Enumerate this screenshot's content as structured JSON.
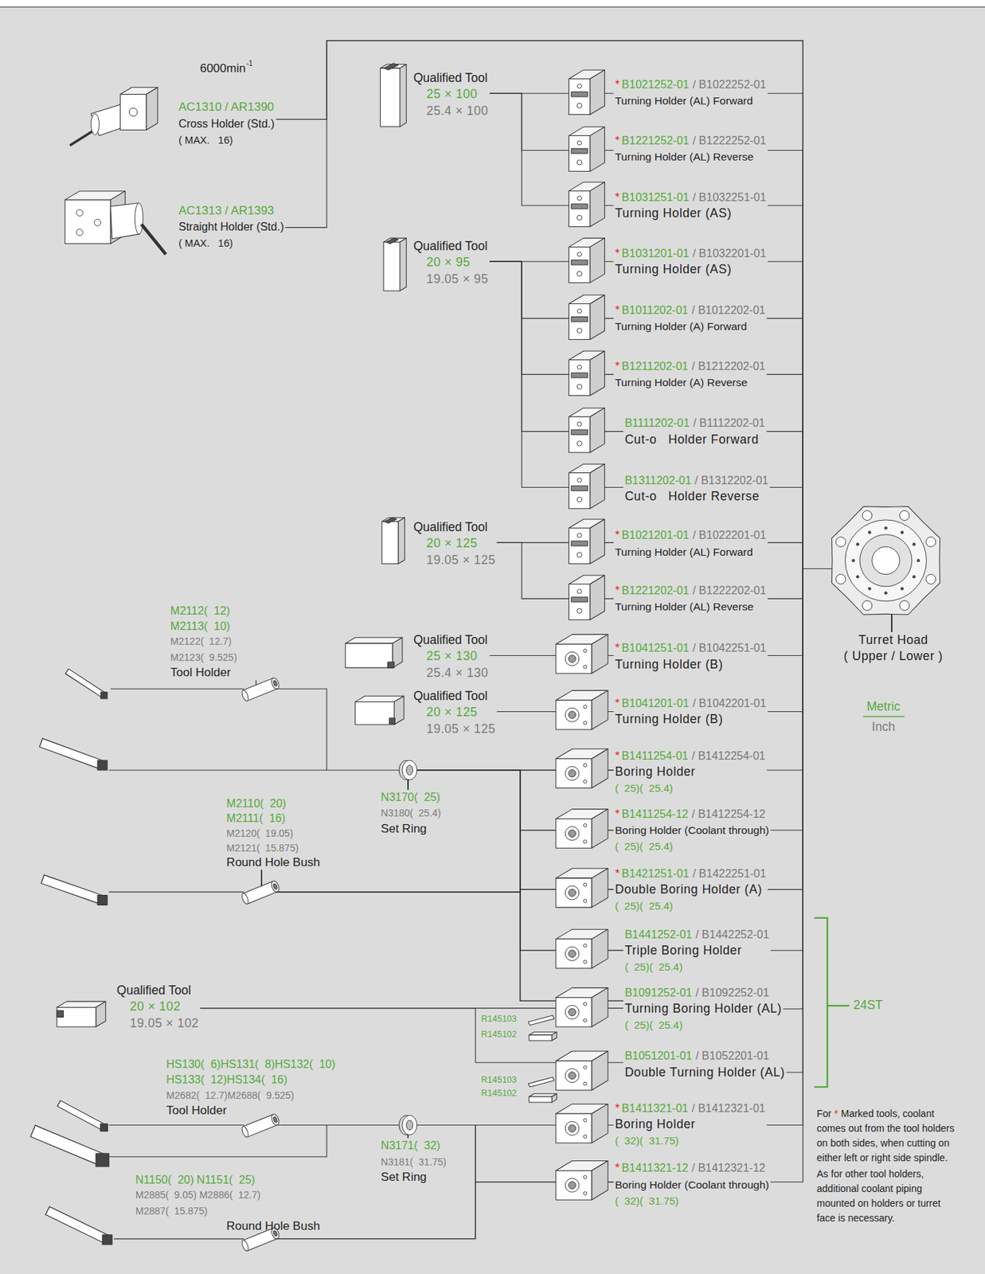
{
  "diagram": {
    "nodes": [
      {
        "text": [
          "AC1310 / AR1390",
          "Cross Holder (Std.)",
          "( MAX.   16)"
        ]
      },
      {
        "text": [
          "AC1313 / AR1393",
          "Straight Holder (Std.)",
          "( MAX.   16)"
        ]
      },
      {
        "text": [
          "Qualified Tool",
          "25 × 100",
          "25.4 × 100"
        ]
      },
      {
        "text": [
          "*",
          "B1021252-01",
          "/ B1022252-01",
          "Turning Holder (AL) Forward"
        ]
      },
      {
        "text": [
          "*",
          "B1221252-01",
          "/ B1222252-01",
          "Turning Holder (AL) Reverse"
        ]
      },
      {
        "text": [
          "*",
          "B1031251-01",
          "/ B1032251-01",
          "Turning Holder (AS)"
        ]
      },
      {
        "text": [
          "Qualified Tool",
          "20 × 95",
          "19.05 × 95"
        ]
      },
      {
        "text": [
          "*",
          "B1031201-01",
          "/ B1032201-01",
          "Turning Holder (AS)"
        ]
      },
      {
        "text": [
          "*",
          "B1011202-01",
          "/ B1012202-01",
          "Turning Holder (A) Forward"
        ]
      },
      {
        "text": [
          "*",
          "B1211202-01",
          "/ B1212202-01",
          "Turning Holder (A) Reverse"
        ]
      },
      {
        "text": [
          "B1111202-01",
          "/ B1112202-01",
          "Cut-o   Holder Forward"
        ]
      },
      {
        "text": [
          "B1311202-01",
          "/ B1312202-01",
          "Cut-o   Holder Reverse"
        ]
      },
      {
        "text": [
          "Qualified Tool",
          "20 × 125",
          "19.05 × 125"
        ]
      },
      {
        "text": [
          "*",
          "B1021201-01",
          "/ B1022201-01",
          "Turning Holder (AL) Forward"
        ]
      },
      {
        "text": [
          "*",
          "B1221202-01",
          "/ B1222202-01",
          "Turning Holder (AL) Reverse"
        ]
      },
      {
        "text": [
          "Qualified Tool",
          "25 × 130",
          "25.4 × 130"
        ]
      },
      {
        "text": [
          "*",
          "B1041251-01",
          "/ B1042251-01",
          "Turning Holder (B)"
        ]
      },
      {
        "text": [
          "Qualified Tool",
          "20 × 125",
          "19.05 × 125"
        ]
      },
      {
        "text": [
          "*",
          "B1041201-01",
          "/ B1042201-01",
          "Turning Holder (B)"
        ]
      },
      {
        "text": [
          "M2112(  12)",
          "M2113(  10)",
          "M2122(  12.7)",
          "M2123(  9.525)",
          "Tool Holder"
        ]
      },
      {
        "text": [
          "N3170(  25)",
          "N3180(  25.4)",
          "Set Ring"
        ]
      },
      {
        "text": [
          "M2110(  20)",
          "M2111(  16)",
          "M2120(  19.05)",
          "M2121(  15.875)",
          "Round Hole Bush"
        ]
      },
      {
        "text": [
          "*",
          "B1411254-01",
          "/ B1412254-01",
          "Boring Holder",
          "(  25)(  25.4)"
        ]
      },
      {
        "text": [
          "*",
          "B1411254-12",
          "/ B1412254-12",
          "Boring Holder (Coolant through)",
          "(  25)(  25.4)"
        ]
      },
      {
        "text": [
          "*",
          "B1421251-01",
          "/ B1422251-01",
          "Double Boring Holder (A)",
          "(  25)(  25.4)"
        ]
      },
      {
        "text": [
          "B1441252-01",
          "/ B1442252-01",
          "Triple Boring Holder",
          "(  25)(  25.4)"
        ]
      },
      {
        "text": [
          "B1091252-01",
          "/ B1092252-01",
          "Turning Boring Holder (AL)",
          "(  25)(  25.4)"
        ]
      },
      {
        "text": [
          "B1051201-01",
          "/ B1052201-01",
          "Double Turning Holder (AL)"
        ]
      },
      {
        "text": [
          "Qualified Tool",
          "20 × 102",
          "19.05 × 102"
        ]
      },
      {
        "text": [
          "HS130(  6)",
          "HS131(  8)",
          "HS132(  10)",
          "HS133(  12)",
          "HS134(  16)",
          "M2682(  12.7)",
          "M2688(  9.525)",
          "Tool Holder"
        ]
      },
      {
        "text": [
          "N3171(  32)",
          "N3181(  31.75)",
          "Set Ring"
        ]
      },
      {
        "text": [
          "N1150(  20)",
          "N1151(  25)",
          "M2885(  9.05)",
          "M2886(  12.7)",
          "M2887(  15.875)",
          "Round Hole Bush"
        ]
      },
      {
        "text": [
          "*",
          "B1411321-01",
          "/ B1412321-01",
          "Boring Holder",
          "(  32)(  31.75)"
        ]
      },
      {
        "text": [
          "*",
          "B1411321-12",
          "/ B1412321-12",
          "Boring Holder (Coolant through)",
          "(  32)(  31.75)"
        ]
      },
      {
        "text": [
          "Turret Hoad",
          "( Upper / Lower )"
        ]
      }
    ],
    "edges": [
      {
        "from": 0,
        "to": 34,
        "arrow": "none"
      },
      {
        "from": 1,
        "to": 34,
        "arrow": "none"
      },
      {
        "from": 2,
        "to": 3,
        "arrow": "none"
      },
      {
        "from": 2,
        "to": 4,
        "arrow": "none"
      },
      {
        "from": 2,
        "to": 5,
        "arrow": "none"
      },
      {
        "from": 6,
        "to": 7,
        "arrow": "none"
      },
      {
        "from": 6,
        "to": 8,
        "arrow": "none"
      },
      {
        "from": 6,
        "to": 9,
        "arrow": "none"
      },
      {
        "from": 6,
        "to": 10,
        "arrow": "none"
      },
      {
        "from": 6,
        "to": 11,
        "arrow": "none"
      },
      {
        "from": 12,
        "to": 13,
        "arrow": "none"
      },
      {
        "from": 12,
        "to": 14,
        "arrow": "none"
      },
      {
        "from": 15,
        "to": 16,
        "arrow": "none"
      },
      {
        "from": 17,
        "to": 18,
        "arrow": "none"
      },
      {
        "from": 19,
        "to": 20,
        "arrow": "none"
      },
      {
        "from": 20,
        "to": 22,
        "arrow": "none"
      },
      {
        "from": 20,
        "to": 23,
        "arrow": "none"
      },
      {
        "from": 20,
        "to": 24,
        "arrow": "none"
      },
      {
        "from": 20,
        "to": 25,
        "arrow": "none"
      },
      {
        "from": 20,
        "to": 26,
        "arrow": "none"
      },
      {
        "from": 21,
        "to": 22,
        "arrow": "none"
      },
      {
        "from": 21,
        "to": 23,
        "arrow": "none"
      },
      {
        "from": 21,
        "to": 24,
        "arrow": "none"
      },
      {
        "from": 21,
        "to": 25,
        "arrow": "none"
      },
      {
        "from": 21,
        "to": 26,
        "arrow": "none"
      },
      {
        "from": 28,
        "to": 26,
        "arrow": "none"
      },
      {
        "from": 28,
        "to": 27,
        "arrow": "none"
      },
      {
        "from": 29,
        "to": 30,
        "arrow": "none"
      },
      {
        "from": 30,
        "to": 32,
        "arrow": "none"
      },
      {
        "from": 30,
        "to": 33,
        "arrow": "none"
      },
      {
        "from": 31,
        "to": 32,
        "arrow": "none"
      },
      {
        "from": 31,
        "to": 33,
        "arrow": "none"
      },
      {
        "from": 3,
        "to": 34,
        "arrow": "none"
      },
      {
        "from": 4,
        "to": 34,
        "arrow": "none"
      },
      {
        "from": 5,
        "to": 34,
        "arrow": "none"
      },
      {
        "from": 7,
        "to": 34,
        "arrow": "none"
      },
      {
        "from": 8,
        "to": 34,
        "arrow": "none"
      },
      {
        "from": 9,
        "to": 34,
        "arrow": "none"
      },
      {
        "from": 10,
        "to": 34,
        "arrow": "none"
      },
      {
        "from": 11,
        "to": 34,
        "arrow": "none"
      },
      {
        "from": 13,
        "to": 34,
        "arrow": "none"
      },
      {
        "from": 14,
        "to": 34,
        "arrow": "none"
      },
      {
        "from": 16,
        "to": 34,
        "arrow": "none"
      },
      {
        "from": 18,
        "to": 34,
        "arrow": "none"
      },
      {
        "from": 22,
        "to": 34,
        "arrow": "none"
      },
      {
        "from": 23,
        "to": 34,
        "arrow": "none"
      },
      {
        "from": 24,
        "to": 34,
        "arrow": "none"
      },
      {
        "from": 25,
        "to": 34,
        "arrow": "none"
      },
      {
        "from": 26,
        "to": 34,
        "arrow": "none"
      },
      {
        "from": 27,
        "to": 34,
        "arrow": "none"
      },
      {
        "from": 32,
        "to": 34,
        "arrow": "none"
      },
      {
        "from": 33,
        "to": 34,
        "arrow": "none"
      }
    ],
    "labels": [
      "6000min",
      "-1",
      "Metric",
      "Inch",
      "24ST",
      "R145103",
      "R145102",
      "R145103",
      "R145102",
      "For",
      "*",
      "Marked tools, coolant comes out from the tool holders on both sides, when cutting on either left or right side spindle.",
      "As for other tool holders, additional coolant piping mounted on holders or turret face is necessary."
    ]
  }
}
